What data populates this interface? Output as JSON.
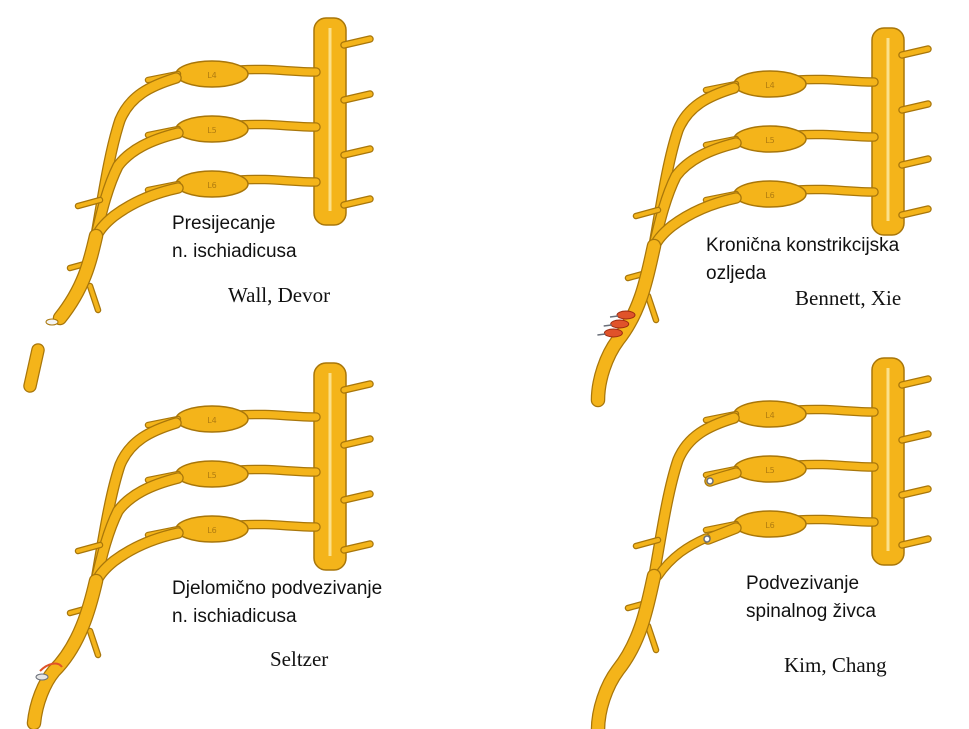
{
  "colors": {
    "nerve_fill": "#f4b41a",
    "nerve_outline": "#a8760a",
    "ganglion_label": "#b07c10",
    "ligature": "#e0532a",
    "suture": "#6a6f7a",
    "text": "#111111"
  },
  "ganglion_labels": [
    "L4",
    "L5",
    "L6"
  ],
  "panels": [
    {
      "id": "transection",
      "injury": "transection",
      "caption": [
        "Presijecanje",
        "n. ischiadicusa"
      ],
      "authors": "Wall, Devor"
    },
    {
      "id": "chronic-constriction",
      "injury": "constriction",
      "caption": [
        "Kronična konstrikcijska",
        "ozljeda"
      ],
      "authors": "Bennett, Xie"
    },
    {
      "id": "partial-ligation",
      "injury": "partial",
      "caption": [
        "Djelomično podvezivanje",
        "n. ischiadicusa"
      ],
      "authors": "Seltzer"
    },
    {
      "id": "spinal-nerve-ligation",
      "injury": "spinal",
      "caption": [
        "Podvezivanje",
        "spinalnog živca"
      ],
      "authors": "Kim, Chang"
    }
  ]
}
